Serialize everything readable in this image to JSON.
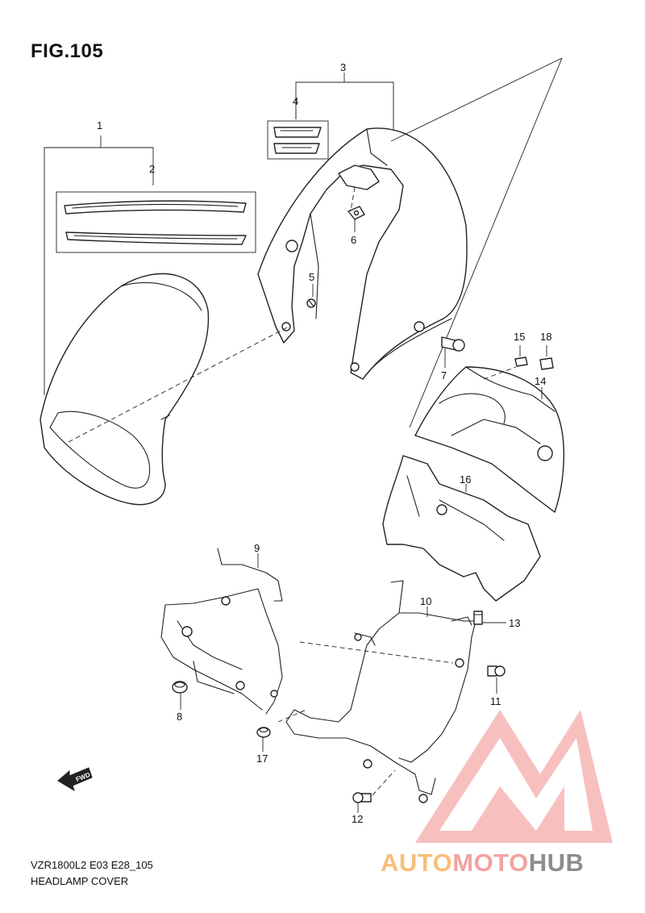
{
  "figure": {
    "title": "FIG.105",
    "model_code": "VZR1800L2 E03 E28_105",
    "section_name": "HEADLAMP COVER"
  },
  "callouts": [
    "1",
    "2",
    "3",
    "4",
    "5",
    "6",
    "7",
    "8",
    "9",
    "10",
    "11",
    "12",
    "13",
    "14",
    "15",
    "16",
    "17",
    "18"
  ],
  "fwd_label": "FWD",
  "watermark": {
    "part1": "AUTO",
    "part2": "MOTO",
    "part3": "HUB",
    "colors": {
      "auto": "#f6bf7a",
      "moto": "#f2a2a2",
      "hub": "#8d8d8d",
      "logo": "#f5a3a3"
    }
  }
}
